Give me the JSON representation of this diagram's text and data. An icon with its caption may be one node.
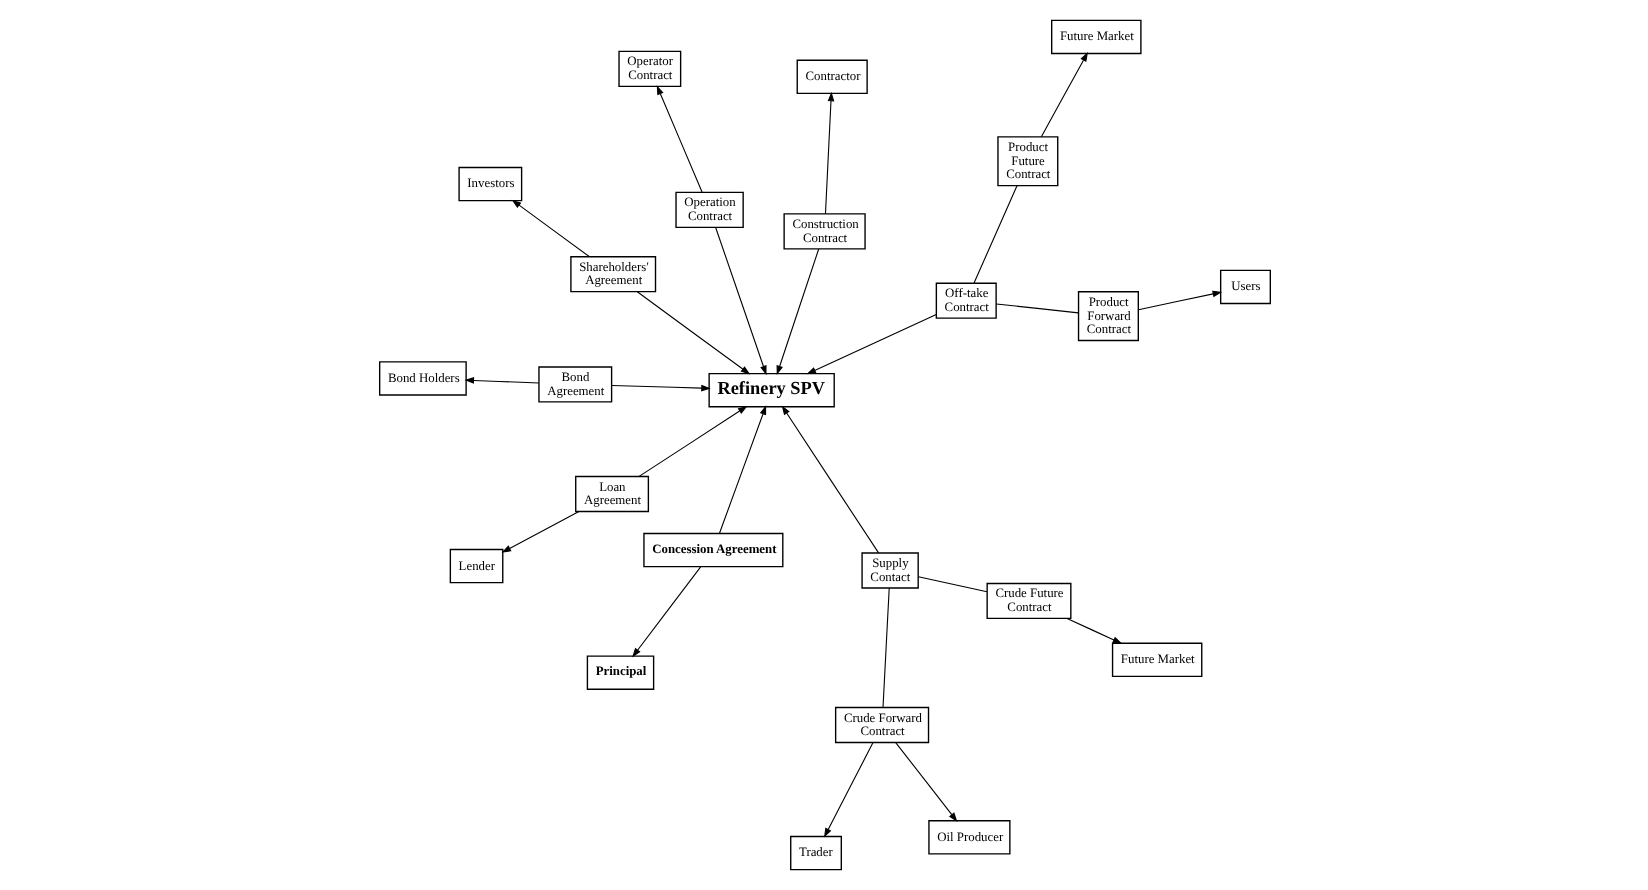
{
  "diagram": {
    "nodes": [
      {
        "text": [
          "Principal"
        ]
      },
      {
        "text": [
          "Concession Agreement"
        ]
      },
      {
        "text": [
          "Lender"
        ]
      },
      {
        "text": [
          "Loan Agreement"
        ]
      },
      {
        "text": [
          "Operation Contract"
        ]
      },
      {
        "text": [
          "Operator Contract"
        ]
      },
      {
        "text": [
          "Trader"
        ]
      },
      {
        "text": [
          "Crude Forward Contract"
        ]
      },
      {
        "text": [
          "Oil Producer"
        ]
      },
      {
        "text": [
          "Supply Contact"
        ]
      },
      {
        "text": [
          "Refinery SPV"
        ]
      },
      {
        "text": [
          "Off-take Contract"
        ]
      },
      {
        "text": [
          "Product Forward Contract"
        ]
      },
      {
        "text": [
          "Users"
        ]
      },
      {
        "text": [
          "Future Market"
        ]
      },
      {
        "text": [
          "Crude Future Contract"
        ]
      },
      {
        "text": [
          "Product Future Contract"
        ]
      },
      {
        "text": [
          "Future Market"
        ]
      },
      {
        "text": [
          "Bond Agreement"
        ]
      },
      {
        "text": [
          "Investors"
        ]
      },
      {
        "text": [
          "Shareholders′ Agreement"
        ]
      },
      {
        "text": [
          "Bond Holders"
        ]
      },
      {
        "text": [
          "Construction Contract"
        ]
      },
      {
        "text": [
          "Contractor"
        ]
      }
    ],
    "edges": [
      {
        "from": 1,
        "to": 0,
        "arrow": "to"
      },
      {
        "from": 1,
        "to": 10,
        "arrow": "to"
      },
      {
        "from": 3,
        "to": 2,
        "arrow": "to"
      },
      {
        "from": 3,
        "to": 10,
        "arrow": "to"
      },
      {
        "from": 4,
        "to": 10,
        "arrow": "to"
      },
      {
        "from": 4,
        "to": 5,
        "arrow": "to"
      },
      {
        "from": 7,
        "to": 6,
        "arrow": "to"
      },
      {
        "from": 7,
        "to": 8,
        "arrow": "to"
      },
      {
        "from": 7,
        "to": 9,
        "arrow": "none"
      },
      {
        "from": 15,
        "to": 9,
        "arrow": "none"
      },
      {
        "from": 15,
        "to": 14,
        "arrow": "to"
      },
      {
        "from": 9,
        "to": 10,
        "arrow": "to"
      },
      {
        "from": 11,
        "to": 10,
        "arrow": "to"
      },
      {
        "from": 11,
        "to": 12,
        "arrow": "none"
      },
      {
        "from": 11,
        "to": 16,
        "arrow": "none"
      },
      {
        "from": 12,
        "to": 13,
        "arrow": "to"
      },
      {
        "from": 16,
        "to": 17,
        "arrow": "to"
      },
      {
        "from": 18,
        "to": 10,
        "arrow": "to"
      },
      {
        "from": 18,
        "to": 21,
        "arrow": "to"
      },
      {
        "from": 20,
        "to": 10,
        "arrow": "to"
      },
      {
        "from": 20,
        "to": 19,
        "arrow": "to"
      },
      {
        "from": 22,
        "to": 10,
        "arrow": "to"
      },
      {
        "from": 22,
        "to": 23,
        "arrow": "to"
      }
    ]
  }
}
